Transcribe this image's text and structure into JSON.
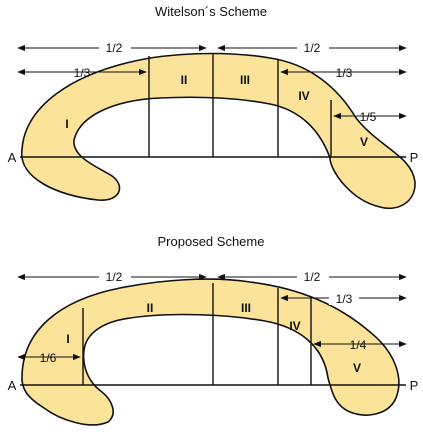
{
  "top": {
    "title": "Witelson´s Scheme",
    "fractions": [
      "1/2",
      "1/2",
      "1/3",
      "1/3",
      "1/5"
    ],
    "regions": [
      "I",
      "II",
      "III",
      "IV",
      "V"
    ],
    "anterior_label": "A",
    "posterior_label": "P"
  },
  "bottom": {
    "title": "Proposed Scheme",
    "fractions": [
      "1/2",
      "1/2",
      "1/3",
      "1/6",
      "1/4"
    ],
    "regions": [
      "I",
      "II",
      "III",
      "IV",
      "V"
    ],
    "anterior_label": "A",
    "posterior_label": "P"
  },
  "colors": {
    "fill": "#fbe39a",
    "stroke": "#111111"
  }
}
